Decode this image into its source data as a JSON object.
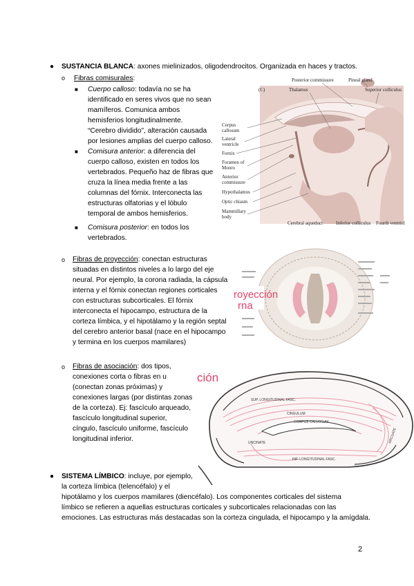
{
  "sec1": {
    "title": "SUSTANCIA BLANCA",
    "desc": ": axones mielinizados, oligodendrocitos. Organizada en haces y tractos."
  },
  "fib_com": {
    "title": "Fibras comisurales",
    "colon": ":",
    "cc_term": "Cuerpo calloso",
    "cc_lines": [
      ": todavía no se ha",
      "identificado en seres vivos que no sean",
      "mamíferos. Comunica ambos",
      "hemisferios longitudinalmente.",
      "“Cerebro dividido”, alteración causada",
      "por lesiones amplias del cuerpo calloso."
    ],
    "ca_term": "Comisura anterior",
    "ca_lines": [
      ": a diferencia del",
      "cuerpo calloso, existen en todos los",
      "vertebrados. Pequeño haz de fibras que",
      "cruza la línea media frente a las",
      "columnas del fórnix. Interconecta las",
      "estructuras olfatorias y el lóbulo",
      "temporal de ambos hemisferios."
    ],
    "cp_term": "Comisura posterior",
    "cp_lines": [
      ": en todos los",
      "vertebrados."
    ]
  },
  "fig1": {
    "panel": "(C)",
    "labels": {
      "posterior_commissure": "Posterior commissure",
      "pineal_gland": "Pineal gland",
      "thalamus": "Thalamus",
      "superior_colliculus": "Superior colliculus",
      "corpus_callosum": [
        "Corpus",
        "callosum"
      ],
      "lateral_ventricle": [
        "Lateral",
        "ventricle"
      ],
      "fornix": "Fornix",
      "foramen_of_monro": [
        "Foramen of",
        "Monro"
      ],
      "anterior_commissure": [
        "Anterior",
        "commissure"
      ],
      "hypothalamus": "Hypothalamus",
      "optic_chiasm": "Optic chiasm",
      "mammillary_body": [
        "Mammillary",
        "body"
      ],
      "cerebral_aqueduct": "Cerebral aqueduct",
      "inferior_colliculus": "Inferior colliculus",
      "fourth_ventricle": "Fourth ventricle"
    }
  },
  "fib_proy": {
    "title": "Fibras de proyección",
    "lines": [
      ": conectan estructuras",
      "situadas en distintos niveles a lo largo del eje",
      "neural. Por ejemplo, la corona radiada, la cápsula",
      "interna y el fórnix conectan regiones corticales",
      "con estructuras subcorticales. El fórnix",
      "interconecta el hipocampo, estructura de la",
      "corteza límbica, y el hipotálamo y la región septal",
      "del cerebro anterior basal (nace en el hipocampo",
      "y termina en los cuerpos mamilares)"
    ]
  },
  "fig2": {
    "overlay": [
      "royección",
      "rna"
    ]
  },
  "fib_asoc": {
    "title": "Fibras de asociación",
    "lines": [
      ": dos tipos,",
      "conexiones corta o fibras en u",
      "(conectan zonas próximas) y",
      "conexiones largas (por distintas zonas",
      "de la corteza). Ej: fascículo arqueado,",
      "fascículo longitudinal superior,",
      "cíngulo, fascículo uniforme, fascículo",
      "longitudinal inferior."
    ]
  },
  "fig3": {
    "overlay": "ción",
    "labels": {
      "sup_long": "SUP. LONGITUDINAL FASC.",
      "cingulum": "CINGULUM",
      "corpus_callosum": "CORPUS CALLOSUM",
      "uncinate": "UNCINATE",
      "inf_long": "INF. LONGITUDINAL FASC.",
      "arcuate": "ARCUATE"
    }
  },
  "sec2": {
    "title": "SISTEMA LÍMBICO",
    "lines": [
      ": incluye, por ejemplo,",
      "la corteza límbica (telencéfalo) y el",
      "hipotálamo y los cuerpos mamilares (diencéfalo). Los componentes corticales del sistema",
      "límbico se refieren a aquellas estructuras corticales y subcorticales relacionadas con las",
      "emociones. Las estructuras más destacadas son la corteza cingulada, el hipocampo y la amígdala."
    ]
  },
  "page_number": "2"
}
